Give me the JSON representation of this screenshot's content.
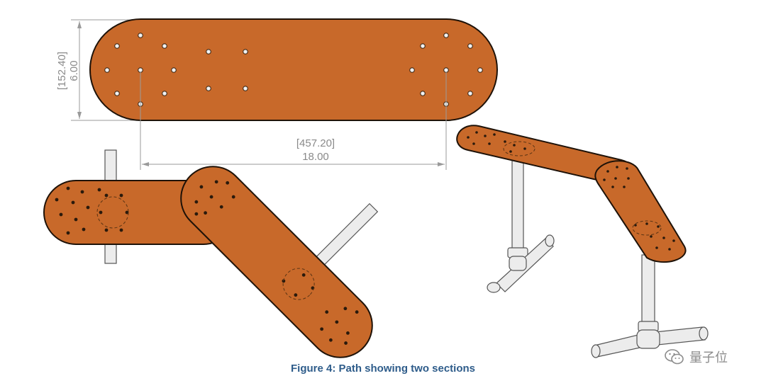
{
  "dimensions": {
    "height_mm": "[152.40]",
    "height_in": "6.00",
    "length_mm": "[457.20]",
    "length_in": "18.00"
  },
  "caption": "Figure 4: Path showing two sections",
  "watermark": {
    "icon": "wechat-icon",
    "text": "量子位"
  },
  "colors": {
    "board_fill": "#c8692a",
    "board_stroke": "#1e1208",
    "dimension_line": "#9a9a9a",
    "pipe_fill": "#ececec",
    "caption": "#2e5c8a"
  }
}
